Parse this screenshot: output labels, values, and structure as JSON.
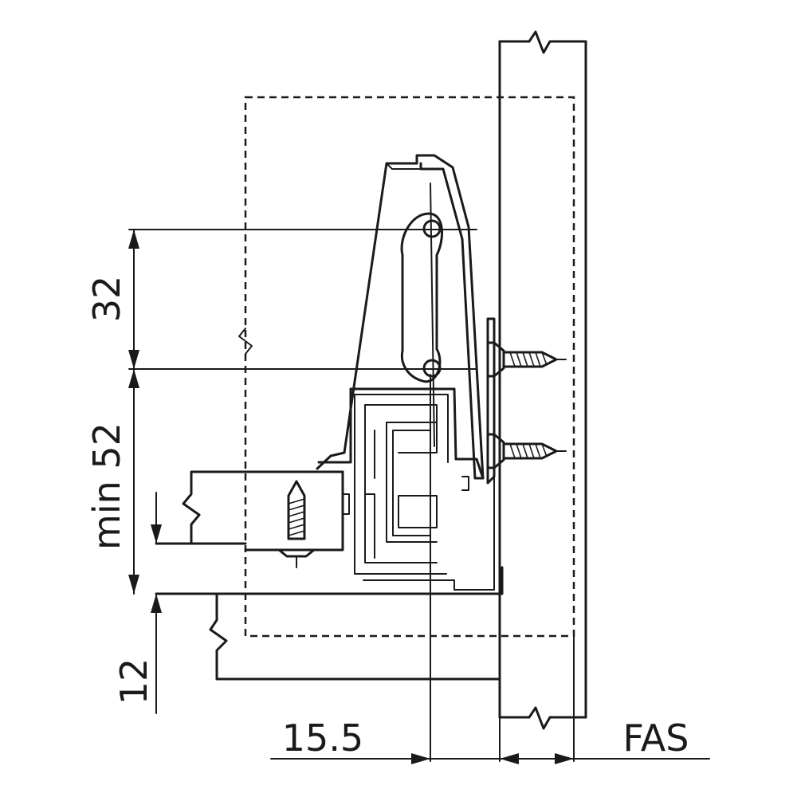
{
  "dimensions": {
    "rail_spacing": "32",
    "min_height": "min 52",
    "bottom_offset": "12",
    "side_offset": "15.5",
    "fas_label": "FAS"
  },
  "colors": {
    "line": "#1a1a1a",
    "background": "#ffffff"
  }
}
